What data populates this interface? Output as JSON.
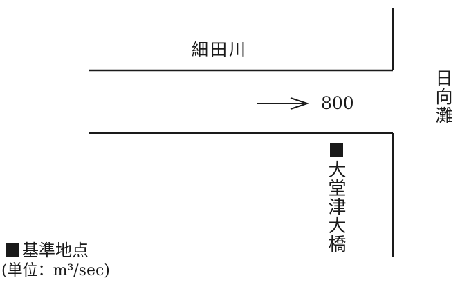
{
  "river": {
    "name": "細田川"
  },
  "flow": {
    "value": "800"
  },
  "sea": {
    "name": "日向灘"
  },
  "station": {
    "name": "大堂津大橋"
  },
  "legend": {
    "title": "基準地点",
    "unit": "(単位：m³/sec)"
  }
}
